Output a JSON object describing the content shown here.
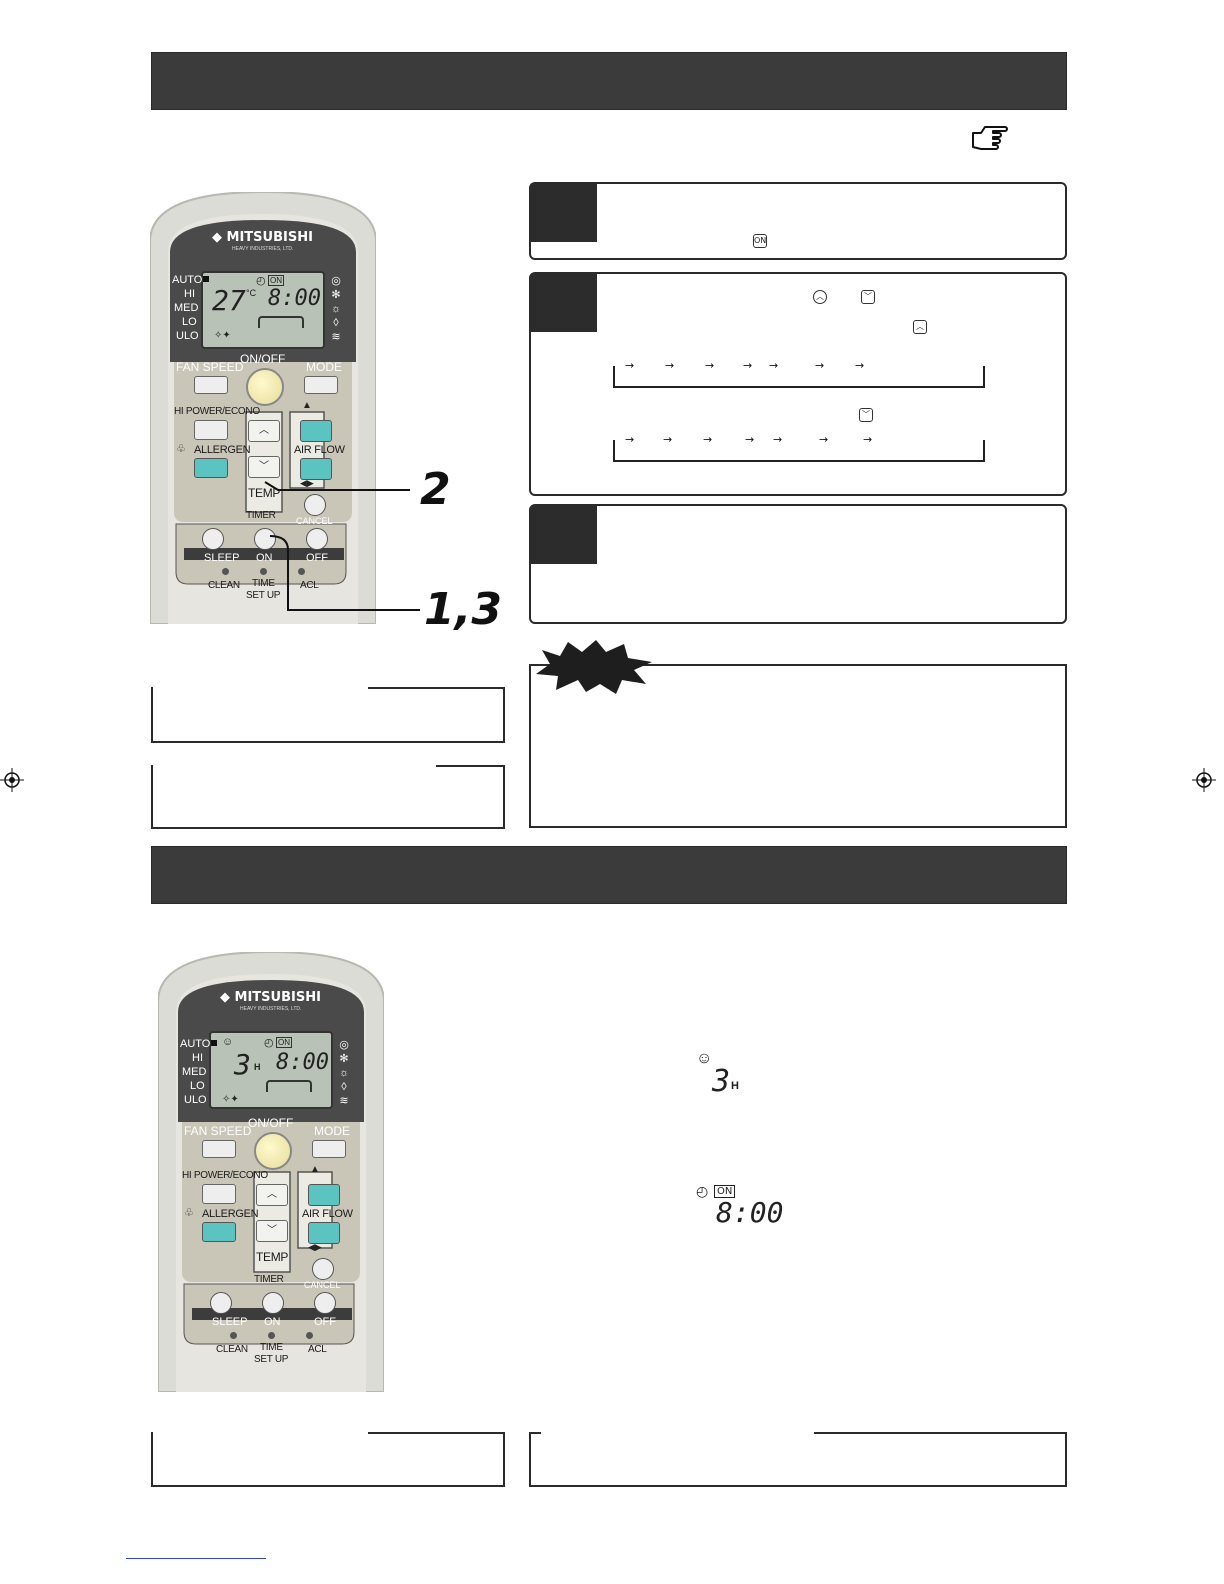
{
  "remote": {
    "brand": "MITSUBISHI",
    "brand_sub": "HEAVY INDUSTRIES, LTD.",
    "fan_levels": [
      "AUTO",
      "HI",
      "MED",
      "LO",
      "ULO"
    ],
    "on_off_label": "ON/OFF",
    "fan_speed_label": "FAN SPEED",
    "mode_label": "MODE",
    "hi_power_label": "HI POWER/ECONO",
    "allergen_label": "ALLERGEN",
    "temp_label": "TEMP",
    "air_flow_label": "AIR FLOW",
    "timer_label": "TIMER",
    "cancel_label": "CANCEL",
    "sleep_label": "SLEEP",
    "on_label": "ON",
    "off_label": "OFF",
    "clean_label": "CLEAN",
    "time_setup_label_1": "TIME",
    "time_setup_label_2": "SET UP",
    "acl_label": "ACL",
    "on_badge": "ON"
  },
  "remote1": {
    "lcd_temp": "27",
    "lcd_temp_unit": "°C",
    "lcd_time": "8:00"
  },
  "remote2": {
    "lcd_hours": "3",
    "lcd_hours_unit": "H",
    "lcd_time": "8:00"
  },
  "callouts": {
    "step2": "2",
    "step13": "1,3"
  },
  "steps": {
    "step1_icon": "ON"
  },
  "display_examples": {
    "sleep_hours": "3",
    "sleep_unit": "H",
    "on_badge": "ON",
    "on_time": "8:00"
  },
  "icons": {
    "pointer": "pointing-hand-icon",
    "up": "up-arrow-icon",
    "down": "down-arrow-icon",
    "registration": "registration-mark-icon"
  },
  "colors": {
    "banner": "#3b3b3b",
    "teal_button": "#5cc4c0",
    "remote_body": "#dcdcd6",
    "remote_panel": "#c9c6b8",
    "lcd": "#b9c2b6"
  }
}
